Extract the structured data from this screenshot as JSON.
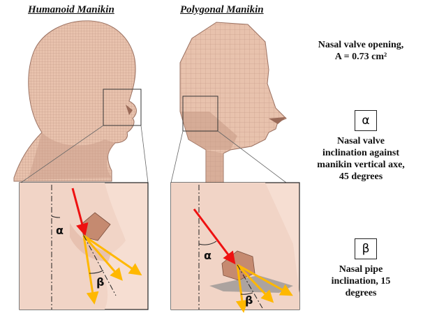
{
  "titles": {
    "humanoid": "Humanoid Manikin",
    "polygonal": "Polygonal Manikin"
  },
  "annotations": {
    "nasal_valve_opening": "Nasal valve opening,",
    "area_value": "A = 0.73 cm²",
    "alpha_symbol": "α",
    "alpha_desc_1": "Nasal valve",
    "alpha_desc_2": "inclination against",
    "alpha_desc_3": "manikin vertical axe,",
    "alpha_desc_4": "45 degrees",
    "beta_symbol": "β",
    "beta_desc_1": "Nasal pipe",
    "beta_desc_2": "inclination, 15",
    "beta_desc_3": "degrees"
  },
  "detail_labels": {
    "alpha": "α",
    "beta": "β"
  },
  "colors": {
    "skin": "#e8c2ad",
    "skin_shadow": "#c79a85",
    "arrow_red": "#ee1111",
    "arrow_yellow": "#ffb800",
    "mesh": "#b48a78"
  }
}
